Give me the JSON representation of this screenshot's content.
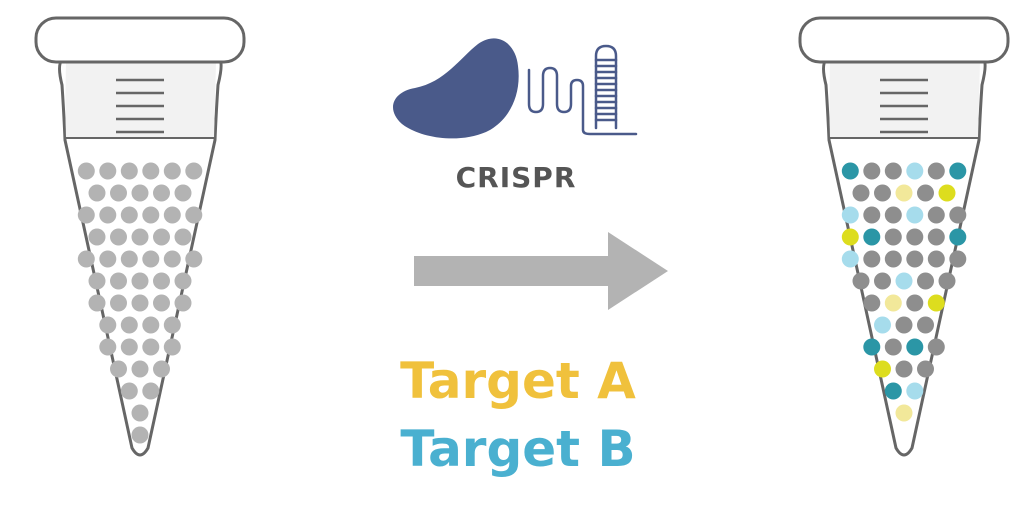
{
  "logo": {
    "label": "CRISPR",
    "label_color": "#555555",
    "protein_color": "#4a5a8a",
    "rna_color": "#4a5a8a"
  },
  "arrow": {
    "color": "#b3b3b3",
    "direction": "right"
  },
  "targets": [
    {
      "label": "Target A",
      "color": "#f0c13c"
    },
    {
      "label": "Target B",
      "color": "#4ab0d0"
    }
  ],
  "tubes": {
    "outline_color": "#666666",
    "cap_fill": "#ffffff",
    "graduation_band_fill": "#f2f2f2",
    "left": {
      "cell_color": "#b3b3b3"
    },
    "right": {
      "cell_colors": {
        "gray": "#8e8e8e",
        "teal": "#2b96a6",
        "light_blue": "#a6dcec",
        "yellow": "#dddd1e",
        "pale_yellow": "#f2e89a"
      },
      "rows": [
        [
          "teal",
          "gray",
          "gray",
          "light_blue",
          "gray",
          "teal"
        ],
        [
          "gray",
          "gray",
          "pale_yellow",
          "gray",
          "yellow"
        ],
        [
          "light_blue",
          "gray",
          "gray",
          "light_blue",
          "gray",
          "gray"
        ],
        [
          "yellow",
          "teal",
          "gray",
          "gray",
          "gray",
          "teal"
        ],
        [
          "light_blue",
          "gray",
          "gray",
          "gray",
          "gray",
          "gray"
        ],
        [
          "gray",
          "gray",
          "light_blue",
          "gray",
          "gray"
        ],
        [
          "gray",
          "pale_yellow",
          "gray",
          "yellow"
        ],
        [
          "light_blue",
          "gray",
          "gray"
        ],
        [
          "teal",
          "gray",
          "teal",
          "gray"
        ],
        [
          "yellow",
          "gray",
          "gray"
        ],
        [
          "teal",
          "light_blue"
        ],
        [
          "pale_yellow"
        ]
      ]
    }
  }
}
